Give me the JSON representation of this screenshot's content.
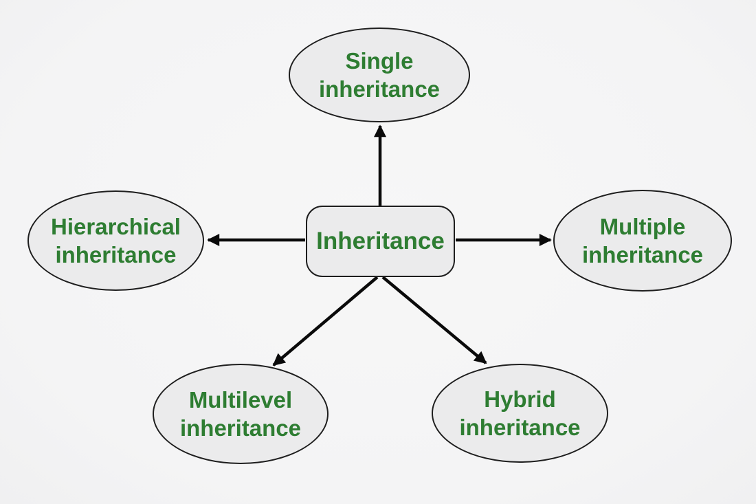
{
  "diagram": {
    "center": {
      "label": "Inheritance"
    },
    "nodes": [
      {
        "id": "single-inheritance",
        "label": "Single\ninheritance"
      },
      {
        "id": "hierarchical-inheritance",
        "label": "Hierarchical\ninheritance"
      },
      {
        "id": "multiple-inheritance",
        "label": "Multiple\ninheritance"
      },
      {
        "id": "multilevel-inheritance",
        "label": "Multilevel\ninheritance"
      },
      {
        "id": "hybrid-inheritance",
        "label": "Hybrid\ninheritance"
      }
    ],
    "colors": {
      "label_text": "#2e7d32",
      "shape_fill": "#ebebec",
      "shape_border": "#1e1e1e",
      "arrow": "#0a0a0a",
      "background": "#f5f5f5"
    }
  }
}
